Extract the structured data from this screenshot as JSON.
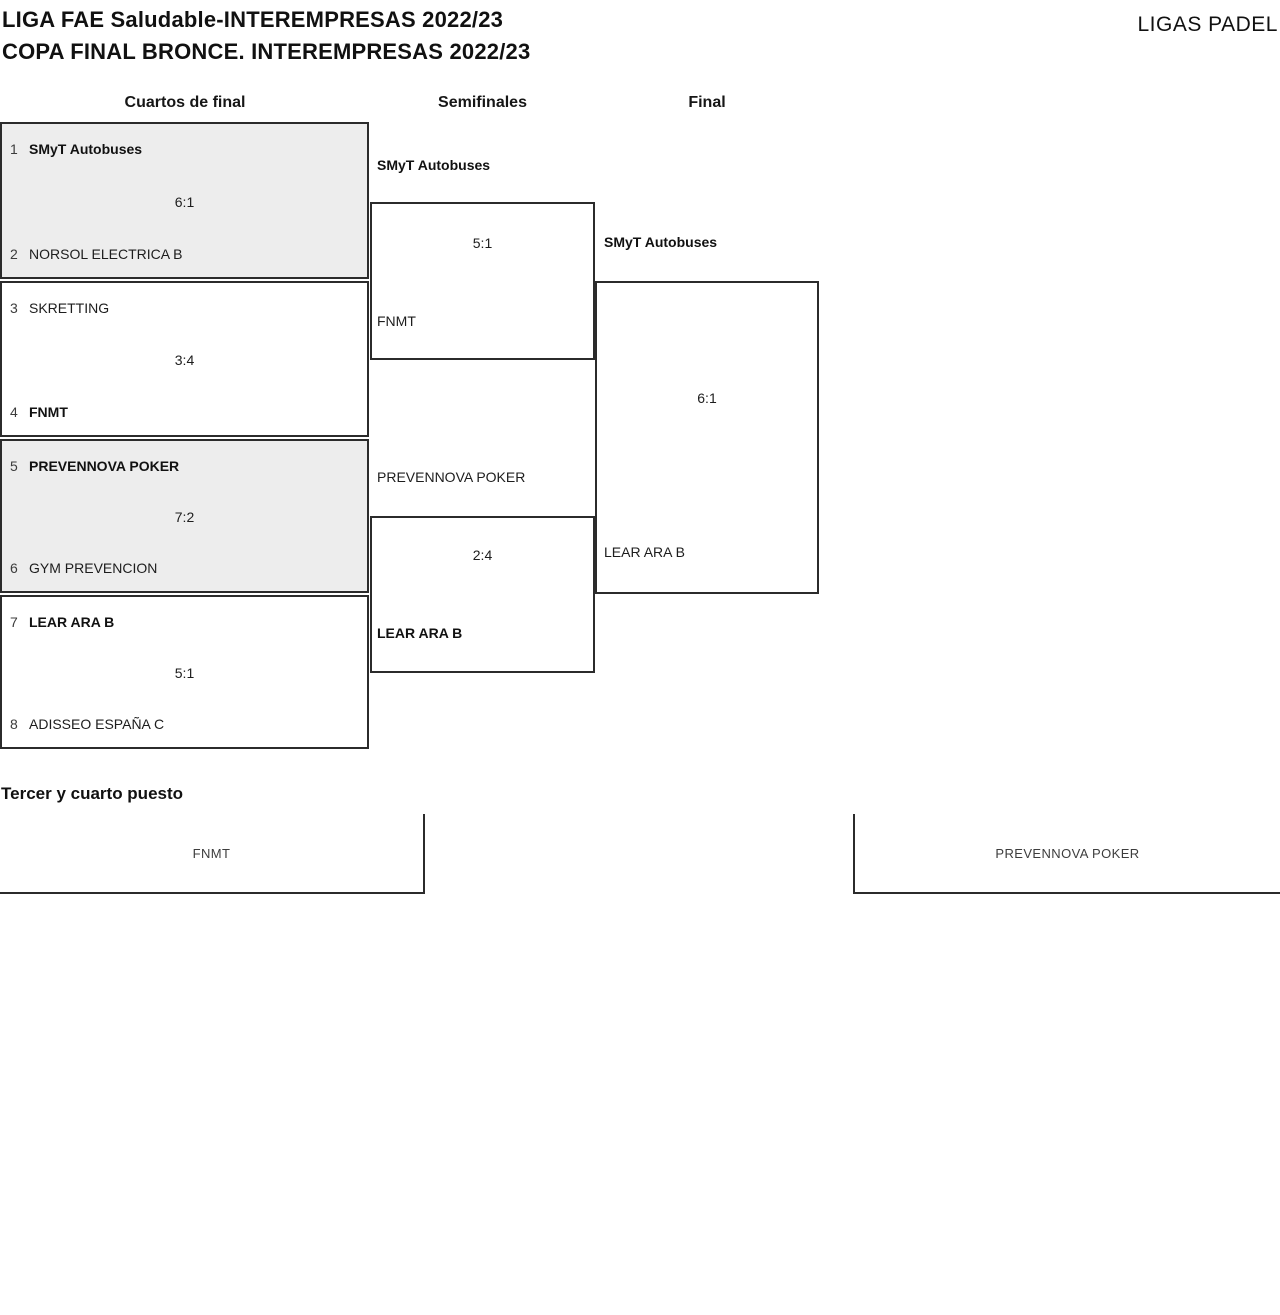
{
  "header": {
    "title_line1": "LIGA FAE Saludable-INTEREMPRESAS 2022/23",
    "title_line2": "COPA FINAL BRONCE. INTEREMPRESAS 2022/23",
    "brand": "LIGAS PADEL"
  },
  "round_headers": {
    "quarterfinals": "Cuartos de final",
    "semifinals": "Semifinales",
    "final": "Final"
  },
  "bracket": {
    "quarterfinals": [
      {
        "seed1": "1",
        "team1": "SMyT Autobuses",
        "winner1": true,
        "score": "6:1",
        "seed2": "2",
        "team2": "NORSOL ELECTRICA B",
        "winner2": false,
        "shaded": true
      },
      {
        "seed1": "3",
        "team1": "SKRETTING",
        "winner1": false,
        "score": "3:4",
        "seed2": "4",
        "team2": "FNMT",
        "winner2": true,
        "shaded": false
      },
      {
        "seed1": "5",
        "team1": "PREVENNOVA POKER",
        "winner1": true,
        "score": "7:2",
        "seed2": "6",
        "team2": "GYM PREVENCION",
        "winner2": false,
        "shaded": true
      },
      {
        "seed1": "7",
        "team1": "LEAR ARA B",
        "winner1": true,
        "score": "5:1",
        "seed2": "8",
        "team2": "ADISSEO ESPAÑA C",
        "winner2": false,
        "shaded": false
      }
    ],
    "semifinals": [
      {
        "team1": "SMyT Autobuses",
        "winner1": true,
        "score": "5:1",
        "team2": "FNMT",
        "winner2": false
      },
      {
        "team1": "PREVENNOVA POKER",
        "winner1": false,
        "score": "2:4",
        "team2": "LEAR ARA B",
        "winner2": true
      }
    ],
    "final": {
      "team1": "SMyT Autobuses",
      "winner1": true,
      "score": "6:1",
      "team2": "LEAR ARA B",
      "winner2": false
    }
  },
  "third_place": {
    "heading": "Tercer y cuarto puesto",
    "team1": "FNMT",
    "team2": "PREVENNOVA POKER"
  },
  "colors": {
    "shaded_box": "#ededed",
    "border": "#2b2b2b",
    "text": "#1d1d1d"
  }
}
